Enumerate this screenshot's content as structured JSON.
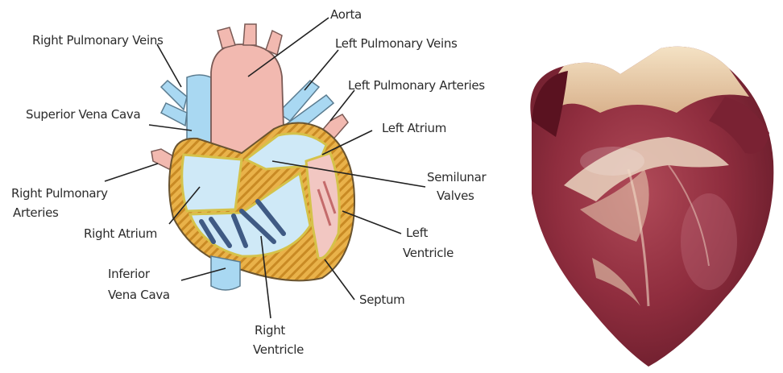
{
  "labels": {
    "aorta": "Aorta",
    "right_pulmonary_veins": "Right Pulmonary Veins",
    "left_pulmonary_veins": "Left Pulmonary Veins",
    "left_pulmonary_arteries": "Left Pulmonary Arteries",
    "superior_vena_cava": "Superior Vena Cava",
    "left_atrium": "Left Atrium",
    "semilunar_valves_1": "Semilunar",
    "semilunar_valves_2": "Valves",
    "right_pulmonary_arteries_1": "Right Pulmonary",
    "right_pulmonary_arteries_2": "Arteries",
    "right_atrium": "Right Atrium",
    "left_ventricle_1": "Left",
    "left_ventricle_2": "Ventricle",
    "inferior_vena_cava_1": "Inferior",
    "inferior_vena_cava_2": "Vena Cava",
    "septum": "Septum",
    "right_ventricle_1": "Right",
    "right_ventricle_2": "Ventricle"
  },
  "colors": {
    "vein_blue": "#a9d8f2",
    "artery_pink": "#f2b9b0",
    "muscle_orange": "#e2a63a",
    "chamber_light": "#cfe9f7",
    "heart_red": "#8c2a3a"
  }
}
